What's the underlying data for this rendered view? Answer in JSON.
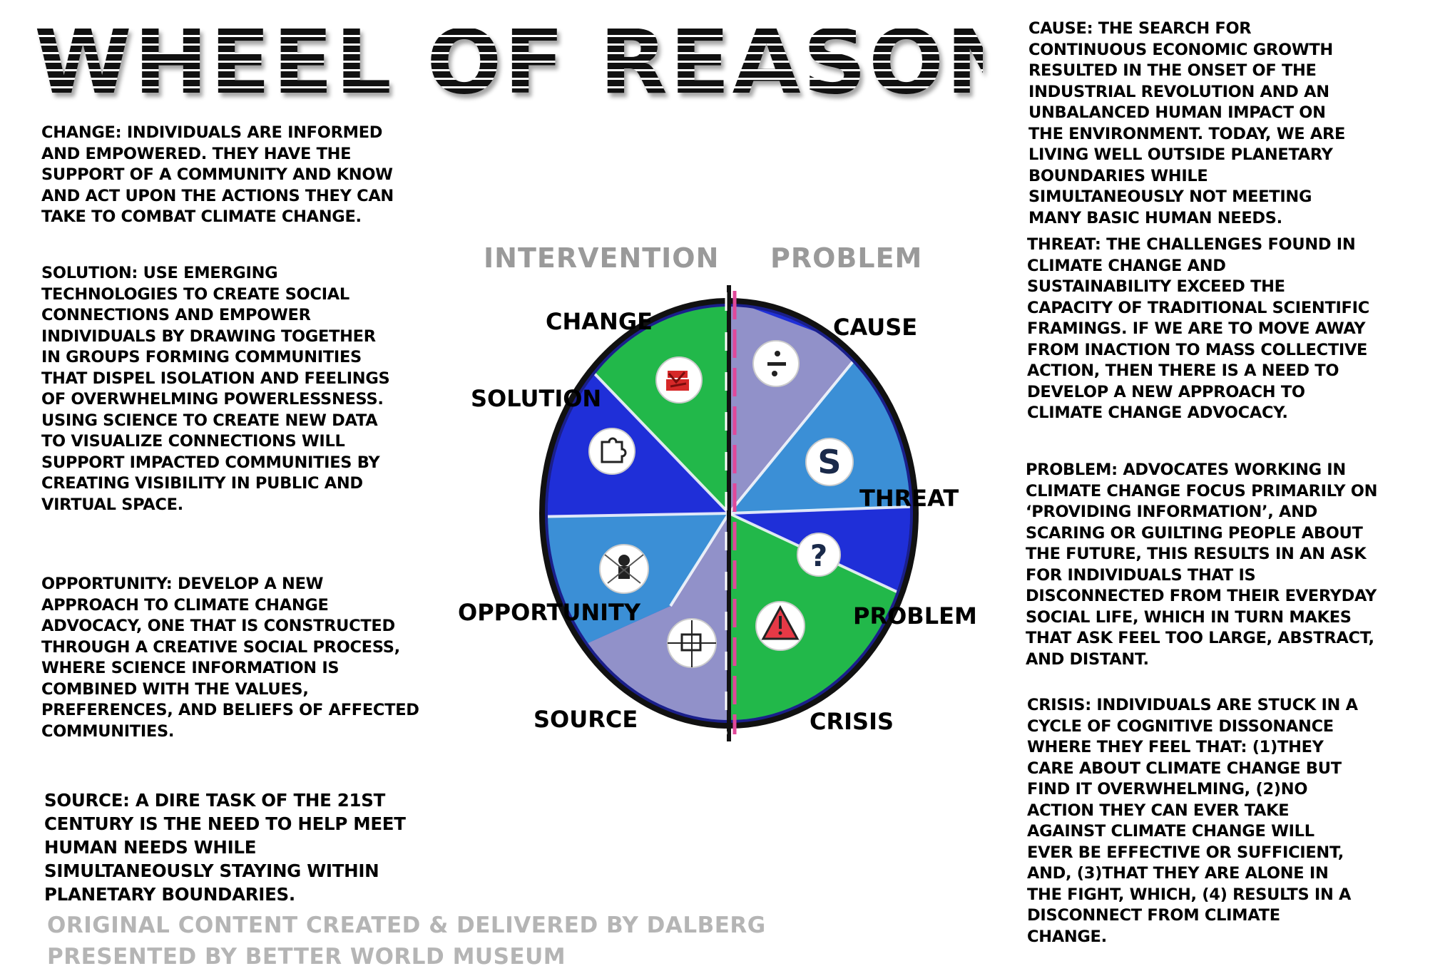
{
  "title": "WHEEL OF REASONING",
  "left_column": {
    "change": "Change: Individuals are informed and empowered. They have the support of a community and know and act upon the actions they can take to combat climate change.",
    "solution": "Solution: Use emerging technologies to create social connections and empower individuals by drawing together in groups forming communities that dispel isolation and feelings of overwhelming powerlessness. Using science to create new data to visualize connections will support impacted communities by creating visibility in public and virtual space.",
    "opportunity": "Opportunity: Develop a new approach to climate change advocacy, one that is constructed through a creative social process, where science information is combined with the values, preferences, and beliefs of affected communities.",
    "source": "Source: A dire task of the 21st century is the need to help meet human needs while simultaneously staying within planetary boundaries."
  },
  "right_column": {
    "cause": "Cause: The search for continuous economic growth resulted in the onset of the industrial revolution and an unbalanced human impact on the environment. Today, we are living well outside planetary boundaries while simultaneously not meeting many basic human needs.",
    "threat": "Threat: The challenges found in climate change and sustainability exceed the capacity of traditional scientific framings. If we are to move away from inaction to mass collective action, then there is a need to develop a new approach to climate change advocacy.",
    "problem": "Problem: Advocates working in climate change focus primarily on ‘providing information’, and scaring or guilting people about the future, this results in an ask for individuals that is disconnected from their everyday social life, which in turn makes that ask feel too large, abstract, and distant.",
    "crisis": "Crisis: Individuals are stuck in a cycle of cognitive dissonance where they feel that: (1)they care about climate change but find it overwhelming, (2)no action they can ever take against climate change will ever be effective or sufficient, and, (3)that they are alone in the fight, which, (4) results in a disconnect from climate change."
  },
  "credits": {
    "line1": "Original content created & delivered by Dalberg",
    "line2": "Presented by Better World Museum"
  },
  "wheel": {
    "headings": {
      "left": "INTERVENTION",
      "right": "PROBLEM"
    },
    "segment_labels": {
      "change": "CHANGE",
      "cause": "CAUSE",
      "solution": "SOLUTION",
      "threat": "THREAT",
      "opportunity": "OPPORTUNITY",
      "problem": "PROBLEM",
      "source": "SOURCE",
      "crisis": "CRISIS"
    },
    "icons": {
      "change": "clenched-fist-icon",
      "cause": "divide-icon",
      "solution": "puzzle-piece-icon",
      "threat": "dollar-sign-icon",
      "opportunity": "network-person-icon",
      "problem": "question-mark-icon",
      "source": "target-crosshair-icon",
      "crisis": "warning-triangle-icon"
    },
    "colors": {
      "green": "#22b84a",
      "lavender": "#9191c9",
      "mid_blue": "#3b8fd6",
      "deep_blue": "#1f2fd8",
      "outline": "#111111",
      "divider": "#e0489a"
    }
  }
}
